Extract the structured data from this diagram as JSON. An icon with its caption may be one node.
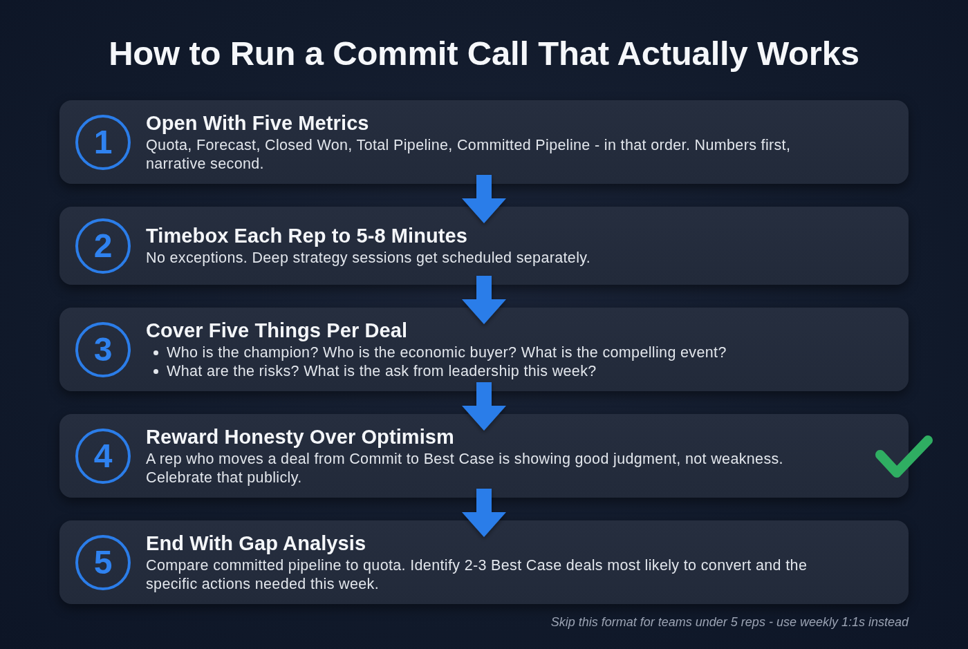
{
  "diagram": {
    "title": "How to Run a Commit Call That Actually Works",
    "nodes": [
      {
        "text": [
          "Open With Five Metrics",
          "Quota, Forecast, Closed Won, Total Pipeline, Committed Pipeline - in that order. Numbers first, narrative second."
        ]
      },
      {
        "text": [
          "1"
        ],
        "in": 0
      },
      {
        "text": [
          "Timebox Each Rep to 5-8 Minutes",
          "No exceptions. Deep strategy sessions get scheduled separately."
        ]
      },
      {
        "text": [
          "2"
        ],
        "in": 2
      },
      {
        "text": [
          "Cover Five Things Per Deal",
          "Who is the champion? Who is the economic buyer? What is the compelling event?",
          "What are the risks? What is the ask from leadership this week?"
        ]
      },
      {
        "text": [
          "3"
        ],
        "in": 4
      },
      {
        "text": [
          "Reward Honesty Over Optimism",
          "A rep who moves a deal from Commit to Best Case is showing good judgment, not weakness. Celebrate that publicly."
        ]
      },
      {
        "text": [
          "4"
        ],
        "in": 6
      },
      {
        "text": [
          "End With Gap Analysis",
          "Compare committed pipeline to quota. Identify 2-3 Best Case deals most likely to convert and the specific actions needed this week."
        ]
      },
      {
        "text": [
          "5"
        ],
        "in": 8
      }
    ],
    "edges": [
      {
        "from": 0,
        "to": 2,
        "arrow": "to"
      },
      {
        "from": 2,
        "to": 4,
        "arrow": "to"
      },
      {
        "from": 4,
        "to": 6,
        "arrow": "to"
      },
      {
        "from": 6,
        "to": 8,
        "arrow": "to"
      }
    ],
    "caption": "Skip this format for teams under 5 reps - use weekly 1:1s instead"
  }
}
